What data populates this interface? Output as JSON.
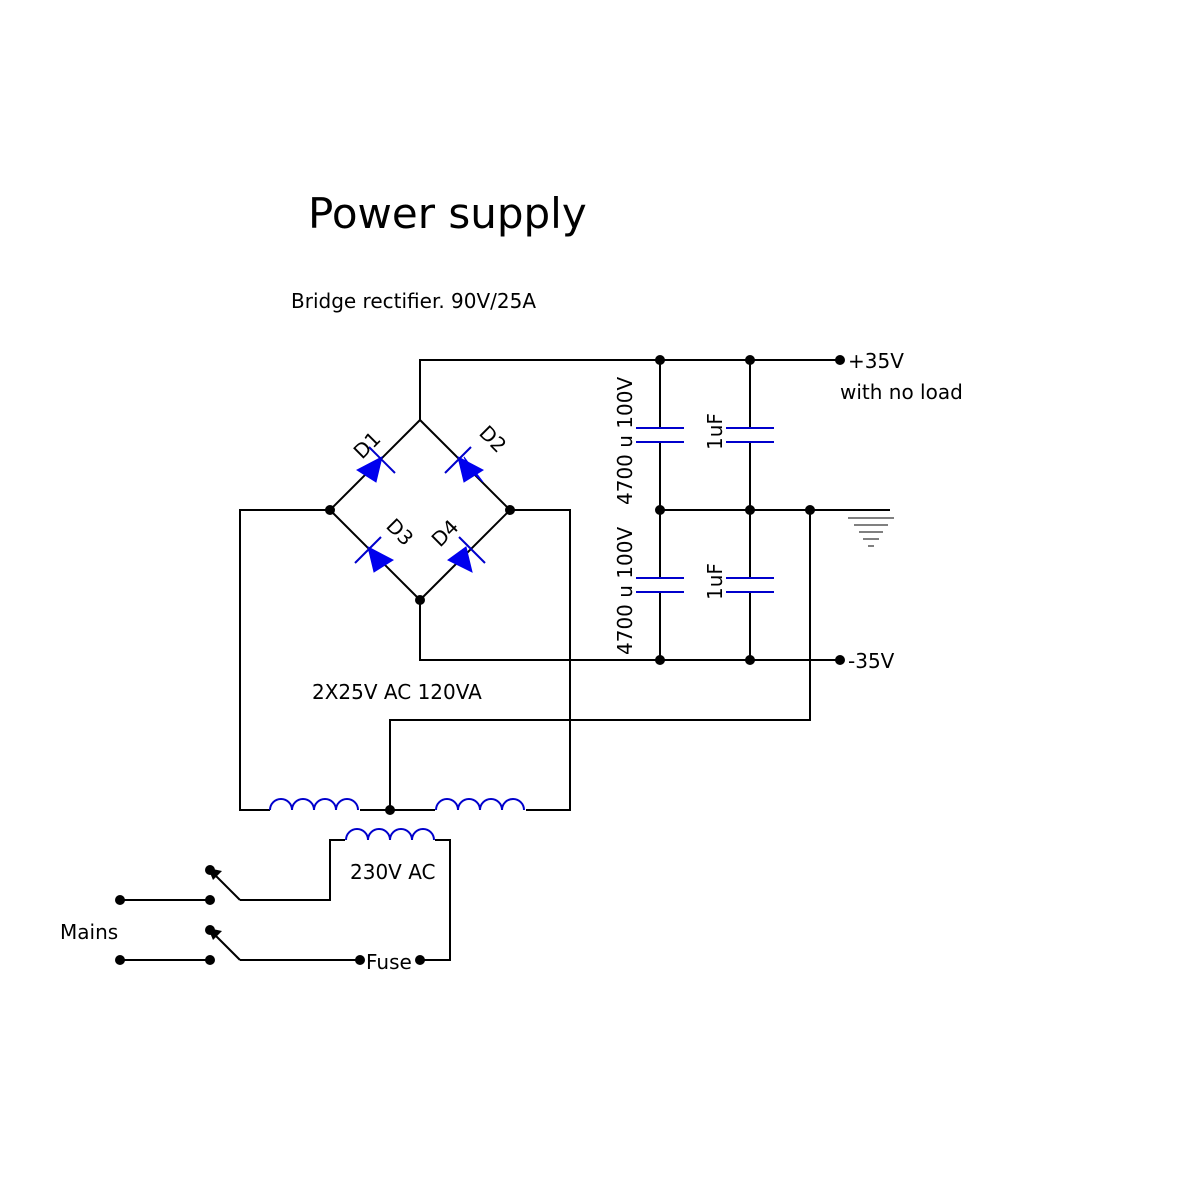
{
  "title": "Power supply",
  "subtitle": "Bridge rectifier. 90V/25A",
  "diodes": [
    "D1",
    "D2",
    "D3",
    "D4"
  ],
  "capacitors": {
    "main_top": "4700 u 100V",
    "main_bottom": "4700 u 100V",
    "small_top": "1uF",
    "small_bottom": "1uF"
  },
  "outputs": {
    "positive": "+35V",
    "positive_note": "with no load",
    "negative": "-35V"
  },
  "transformer": {
    "secondary": "2X25V AC 120VA",
    "primary": "230V AC"
  },
  "mains": "Mains",
  "fuse": "Fuse",
  "colors": {
    "component": "#0000cc",
    "diode_fill": "#0000ee",
    "wire": "#000000"
  }
}
